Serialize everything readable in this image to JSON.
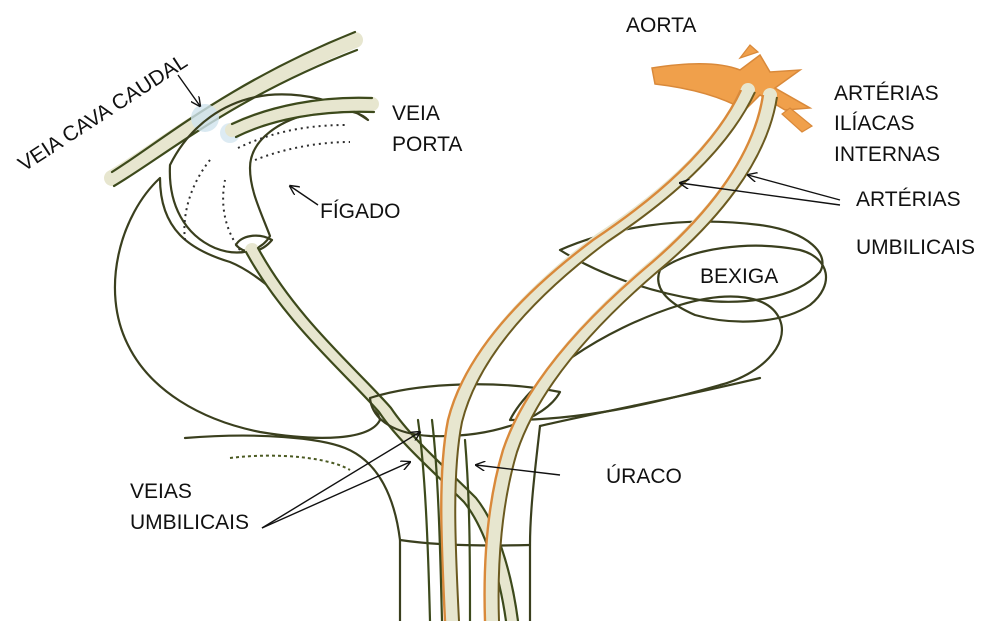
{
  "labels": {
    "veia_cava_caudal": "VEIA CAVA CAUDAL",
    "veia_porta_1": "VEIA",
    "veia_porta_2": "PORTA",
    "figado": "FÍGADO",
    "aorta": "AORTA",
    "arterias_iliacas_1": "ARTÉRIAS",
    "arterias_iliacas_2": "ILÍACAS",
    "arterias_iliacas_3": "INTERNAS",
    "arterias_umbilicais_1": "ARTÉRIAS",
    "arterias_umbilicais_2": "UMBILICAIS",
    "bexiga": "BEXIGA",
    "uraco": "ÚRACO",
    "veias_umbilicais_1": "VEIAS",
    "veias_umbilicais_2": "UMBILICAIS"
  },
  "colors": {
    "outline": "#3a3f1e",
    "hatch": "#4b5a22",
    "vessel_fill": "#e7e6cf",
    "aorta": "#f0a04b",
    "artery_edge": "#d9893a",
    "vena_cava_highlight": "#cfe3ee",
    "text": "#111111"
  }
}
